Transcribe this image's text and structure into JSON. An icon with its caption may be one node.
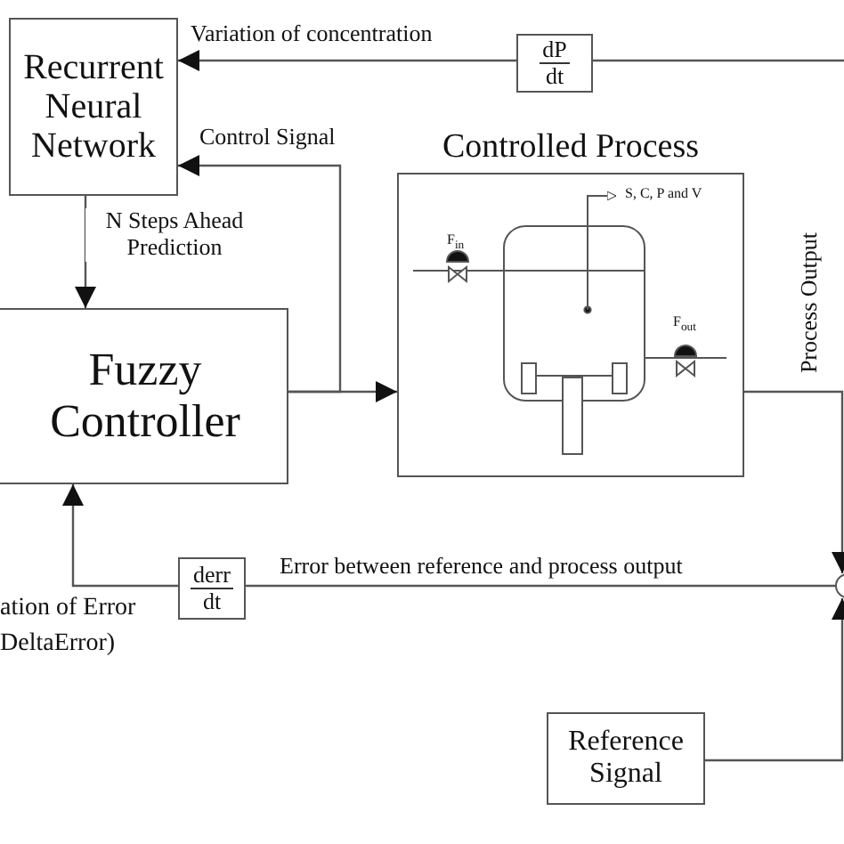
{
  "diagram": {
    "nodes": [
      {
        "text": [
          "Recurrent Neural Network"
        ]
      },
      {
        "text": [
          "dP",
          "dt"
        ]
      },
      {
        "text": [
          "Fuzzy Controller"
        ]
      },
      {
        "text": [
          "Controlled Process"
        ]
      },
      {
        "text": [
          "derr",
          "dt"
        ]
      },
      {
        "text": [],
        "shape": "circle"
      },
      {
        "text": [
          "Reference Signal"
        ]
      }
    ],
    "edges": [
      {
        "from": null,
        "to": 1,
        "arrow": "none"
      },
      {
        "from": 1,
        "to": 0,
        "arrow": "to",
        "label": "Variation of concentration"
      },
      {
        "from": 2,
        "to": 0,
        "arrow": "to",
        "label": "Control Signal"
      },
      {
        "from": 0,
        "to": 2,
        "arrow": "to",
        "label": "N Steps Ahead Prediction"
      },
      {
        "from": 2,
        "to": 3,
        "arrow": "to"
      },
      {
        "from": 3,
        "to": 5,
        "arrow": "to",
        "label": "Process Output"
      },
      {
        "from": 5,
        "to": 4,
        "arrow": "none",
        "label": "Error between reference and process output"
      },
      {
        "from": 4,
        "to": 2,
        "arrow": "to"
      },
      {
        "from": 6,
        "to": 5,
        "arrow": "to"
      }
    ],
    "labels": [
      "S, C, P and V",
      "F$_{in}$",
      "F$_{out}$",
      "ation of Error",
      "DeltaError)"
    ]
  }
}
